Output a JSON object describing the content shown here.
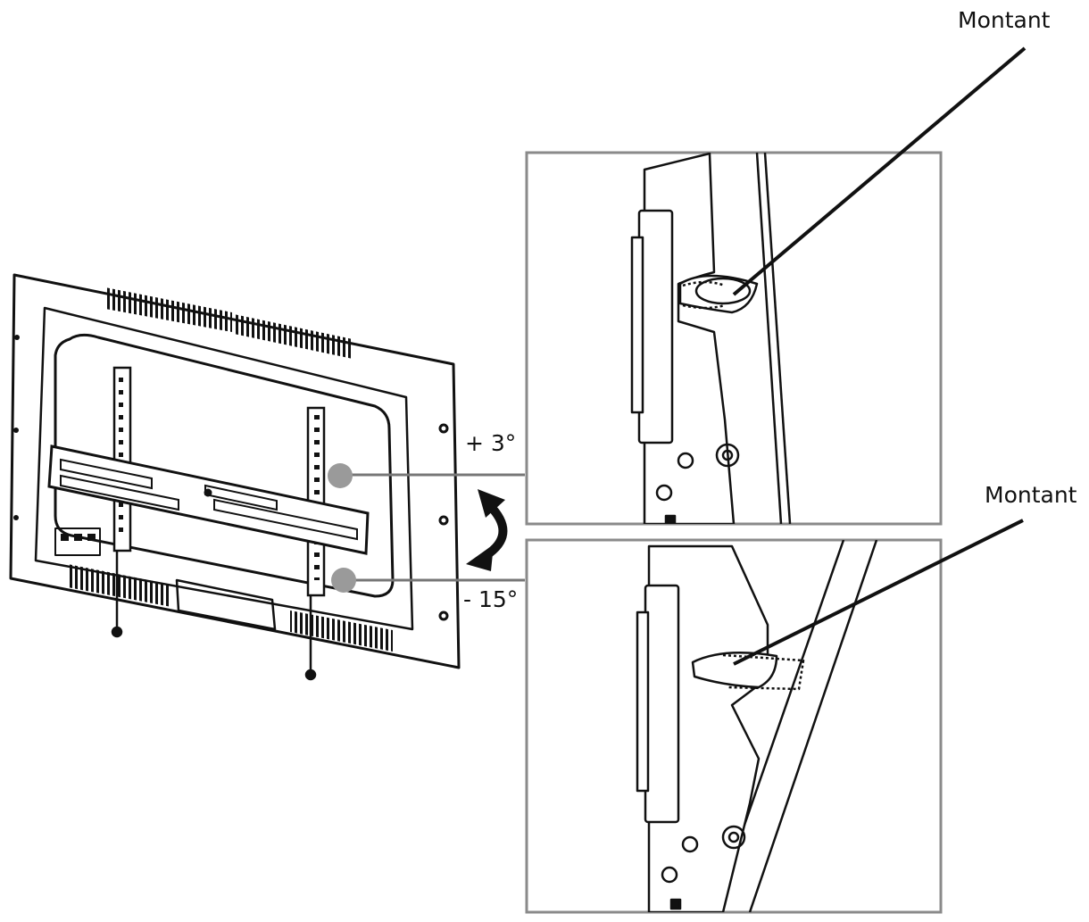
{
  "callouts": {
    "top": "Montant",
    "bottom": "Montant"
  },
  "tilt": {
    "up": "+ 3°",
    "down": "- 15°"
  },
  "colors": {
    "line": "#111111",
    "marker": "#9a9a9a",
    "panel_border": "#8a8a8a"
  },
  "icons": {
    "tilt_arrow": "curved-double-arrow-icon"
  }
}
